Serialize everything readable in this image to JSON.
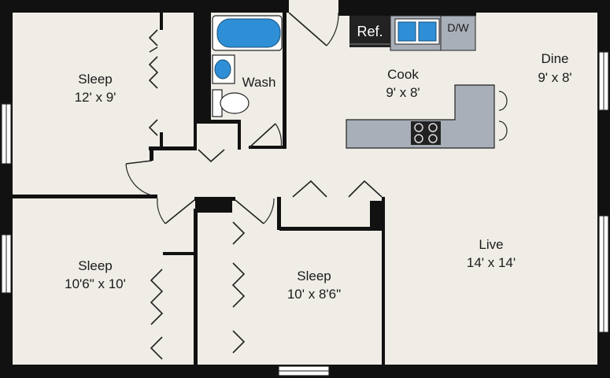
{
  "rooms": {
    "sleep_top_left": {
      "name": "Sleep",
      "size": "12' x 9'"
    },
    "sleep_bottom_left": {
      "name": "Sleep",
      "size": "10'6\" x 10'"
    },
    "sleep_middle": {
      "name": "Sleep",
      "size": "10' x 8'6\""
    },
    "wash": {
      "name": "Wash"
    },
    "cook": {
      "name": "Cook",
      "size": "9' x 8'"
    },
    "dine": {
      "name": "Dine",
      "size": "9' x 8'"
    },
    "live": {
      "name": "Live",
      "size": "14' x 14'"
    }
  },
  "fixtures": {
    "refrigerator": "Ref.",
    "dishwasher": "D/W"
  },
  "colors": {
    "floor": "#efede6",
    "wall": "#111111",
    "counter": "#a9afb8",
    "fixture_blue": "#2e8fd6",
    "appliance_dark": "#222222"
  }
}
